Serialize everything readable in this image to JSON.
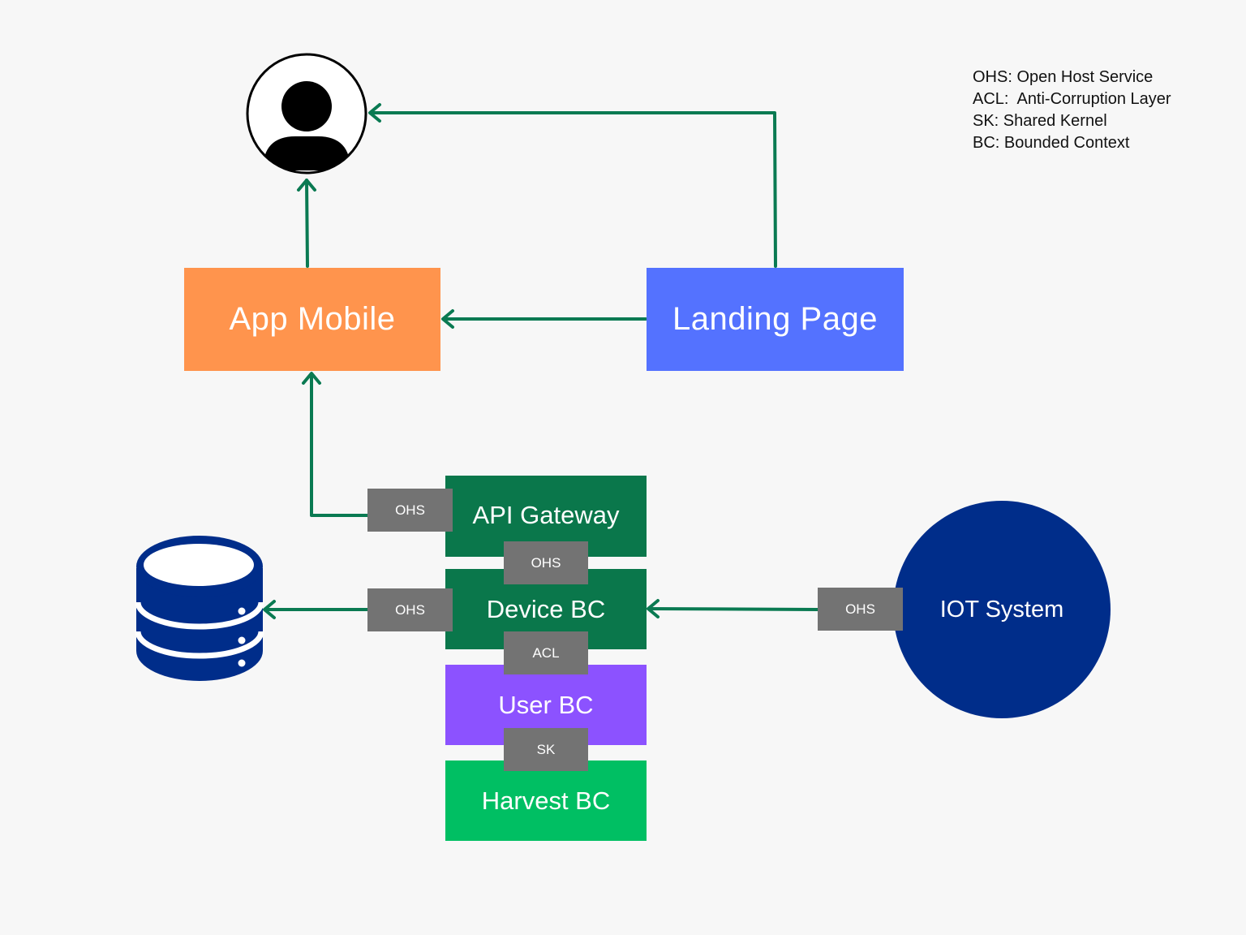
{
  "legend": [
    "OHS: Open Host Service",
    "ACL:  Anti-Corruption Layer",
    "SK: Shared Kernel",
    "BC: Bounded Context"
  ],
  "nodes": {
    "app_mobile": "App Mobile",
    "landing_page": "Landing Page",
    "api_gateway": "API Gateway",
    "device_bc": "Device BC",
    "user_bc": "User BC",
    "harvest_bc": "Harvest BC",
    "iot_system": "IOT System"
  },
  "tags": {
    "api_gateway_ohs": "OHS",
    "gateway_device_ohs": "OHS",
    "device_db_ohs": "OHS",
    "device_user_acl": "ACL",
    "user_harvest_sk": "SK",
    "iot_ohs": "OHS"
  },
  "icons": {
    "user": "user-avatar-icon",
    "database": "database-icon"
  },
  "colors": {
    "background": "#f7f7f7",
    "arrow": "#0a7a52",
    "app_mobile": "#ff944d",
    "landing_page": "#5472ff",
    "api_gateway": "#0a774b",
    "device_bc": "#0a774b",
    "user_bc": "#8c52ff",
    "harvest_bc": "#00bf63",
    "iot_system": "#002d8a",
    "tag": "#737373",
    "database": "#002d8a"
  }
}
